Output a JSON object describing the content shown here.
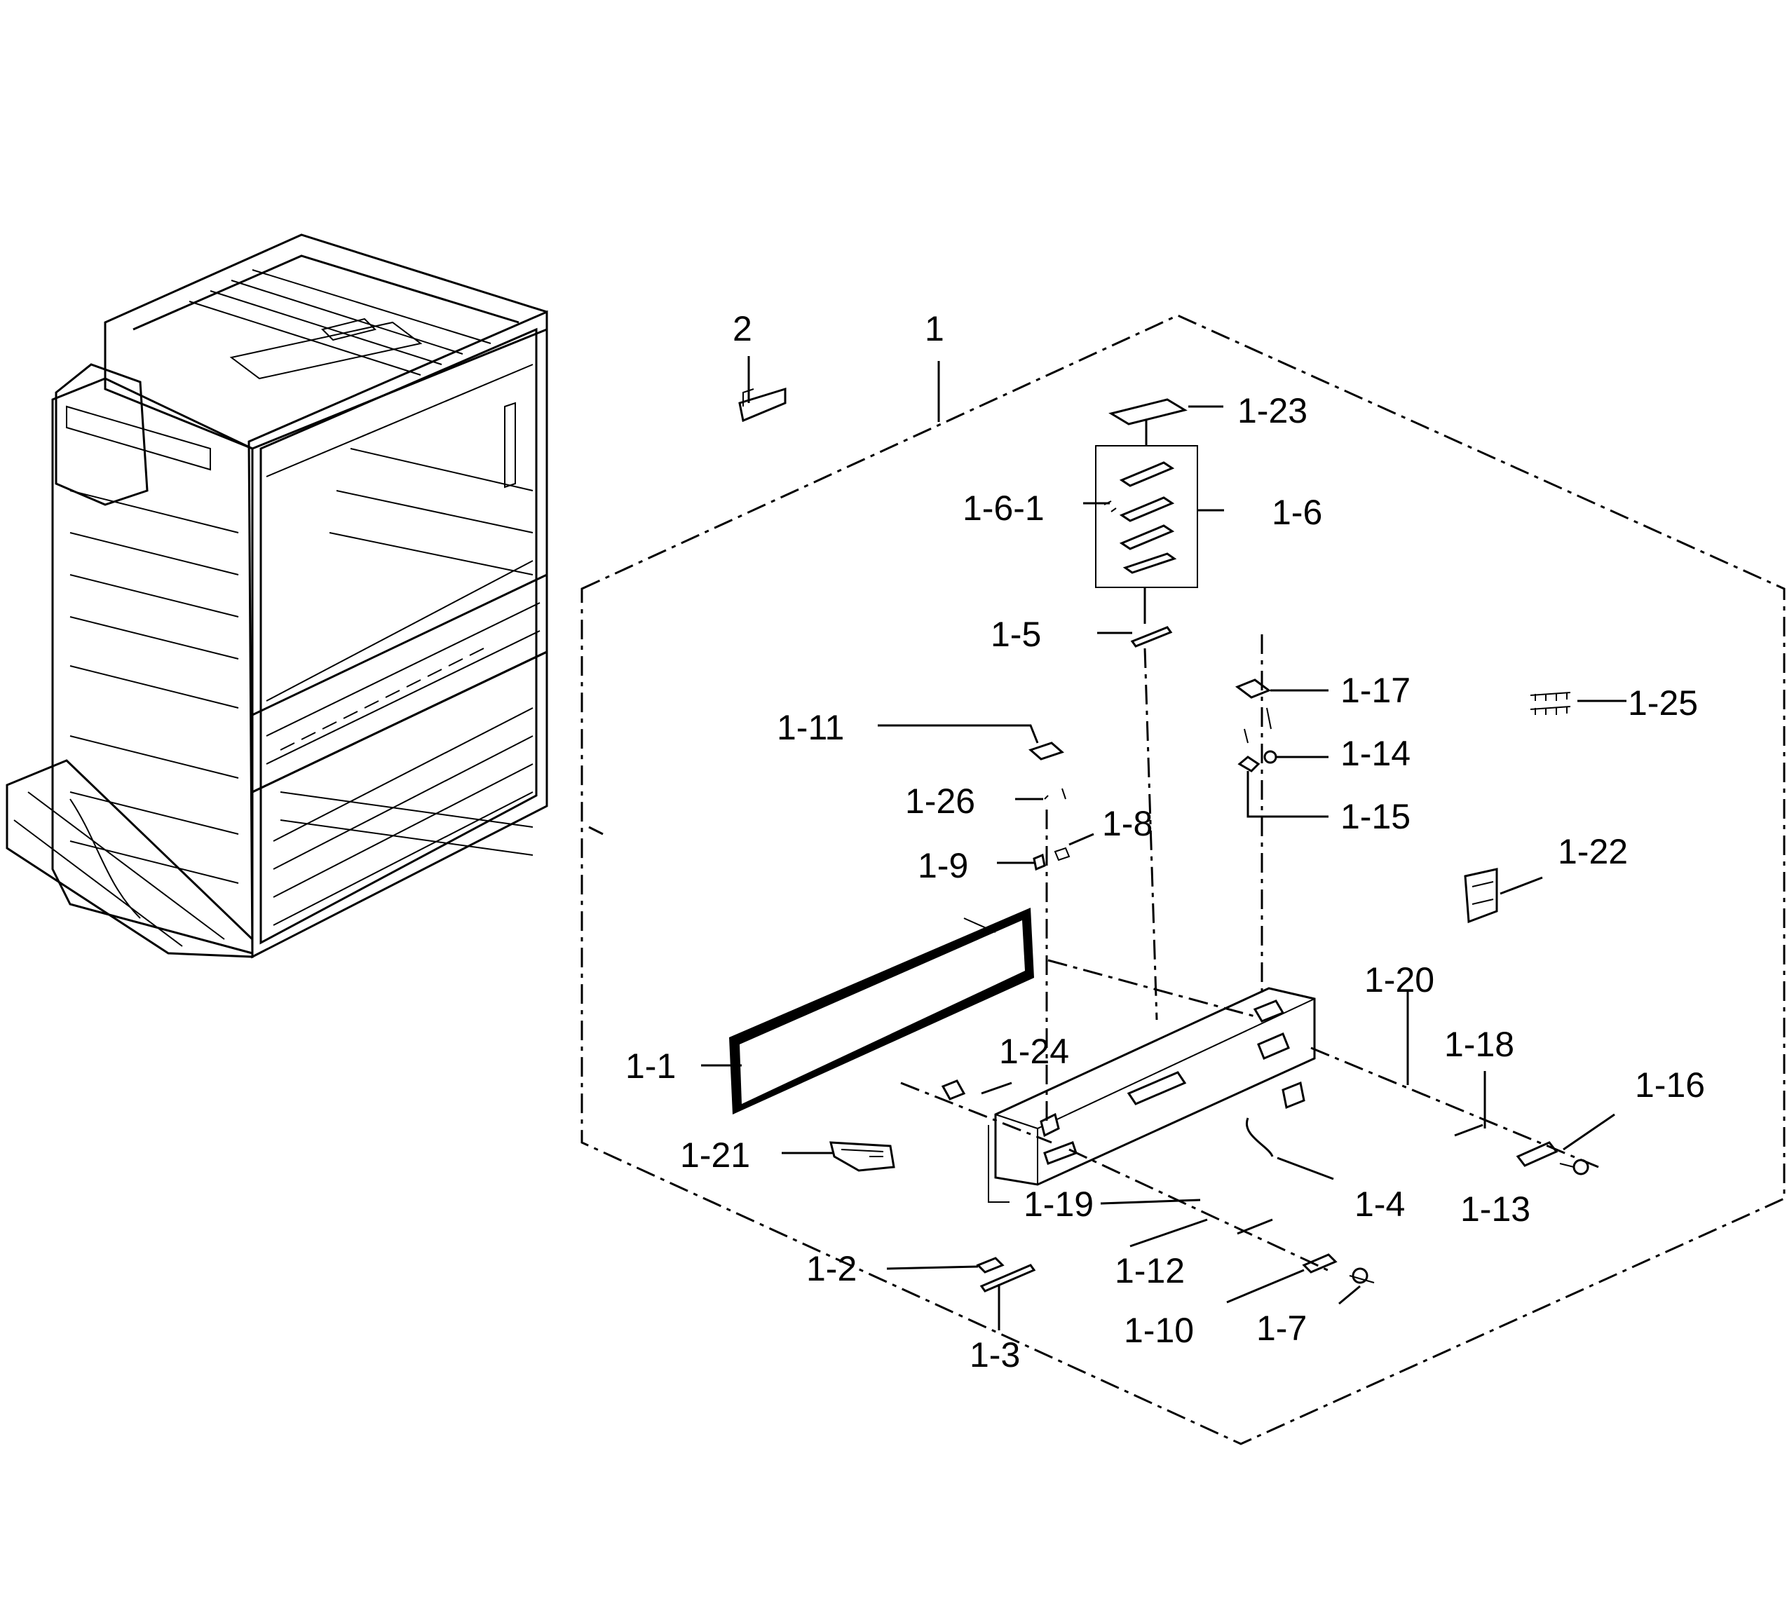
{
  "callouts": {
    "c2": "2",
    "c1": "1",
    "c1_23": "1-23",
    "c1_6_1": "1-6-1",
    "c1_6": "1-6",
    "c1_5": "1-5",
    "c1_17": "1-17",
    "c1_25": "1-25",
    "c1_11": "1-11",
    "c1_14": "1-14",
    "c1_15": "1-15",
    "c1_26": "1-26",
    "c1_8": "1-8",
    "c1_9": "1-9",
    "c1_22": "1-22",
    "c1_20": "1-20",
    "c1_18": "1-18",
    "c1_24": "1-24",
    "c1_16": "1-16",
    "c1_1": "1-1",
    "c1_21": "1-21",
    "c1_19": "1-19",
    "c1_4": "1-4",
    "c1_13": "1-13",
    "c1_2": "1-2",
    "c1_12": "1-12",
    "c1_10": "1-10",
    "c1_7": "1-7",
    "c1_3": "1-3"
  }
}
